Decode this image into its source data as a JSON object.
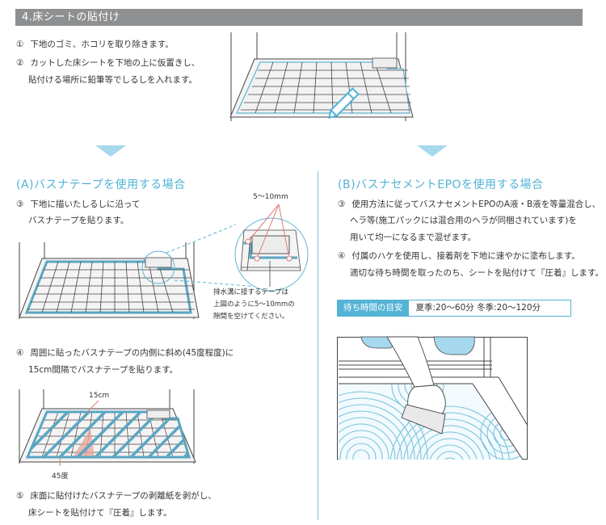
{
  "header": {
    "title": "4.床シートの貼付け"
  },
  "intro_steps": [
    {
      "num": "①",
      "lines": [
        "下地のゴミ、ホコリを取り除きます。"
      ]
    },
    {
      "num": "②",
      "lines": [
        "カットした床シートを下地の上に仮置きし、",
        "貼付ける場所に鉛筆等でしるしを入れます。"
      ]
    }
  ],
  "section_a": {
    "title": "(A)バスナテープを使用する場合",
    "steps": [
      {
        "num": "③",
        "lines": [
          "下地に描いたしるしに沿って",
          "バスナテープを貼ります。"
        ]
      },
      {
        "num": "④",
        "lines": [
          "周囲に貼ったバスナテープの内側に斜め(45度程度)に",
          "15cm間隔でバスナテープを貼ります。"
        ]
      },
      {
        "num": "⑤",
        "lines": [
          "床面に貼付けたバスナテープの剥離紙を剥がし、",
          "床シートを貼付けて『圧着』します。"
        ]
      }
    ],
    "callout_dimension": "5〜10mm",
    "note_lines": [
      "排水溝に接するテープは",
      "上図のように5〜10mmの",
      "隙間を空けてください。"
    ],
    "diagonal_spacing_label": "15cm",
    "angle_label": "45度"
  },
  "section_b": {
    "title": "(B)バスナセメントEPOを使用する場合",
    "steps": [
      {
        "num": "③",
        "lines": [
          "使用方法に従ってバスナセメントEPOのA液・B液を等量混合し、",
          "ヘラ等(施工パックには混合用のヘラが同梱されています)を",
          "用いて均一になるまで混ぜます。"
        ]
      },
      {
        "num": "④",
        "lines": [
          "付属のハケを使用し、接着剤を下地に速やかに塗布します。",
          "適切な待ち時間を取ったのち、シートを貼付けて『圧着』します。"
        ]
      }
    ],
    "wait_time": {
      "label": "待ち時間の目安",
      "value": "夏季:20〜60分  冬季:20〜120分"
    }
  },
  "colors": {
    "header_bg": "#8e8f91",
    "accent_blue": "#4fb3d6",
    "arrow_blue": "#a6d8ee",
    "tape_blue": "#5aa6c2",
    "marker_red": "#e07b72"
  }
}
